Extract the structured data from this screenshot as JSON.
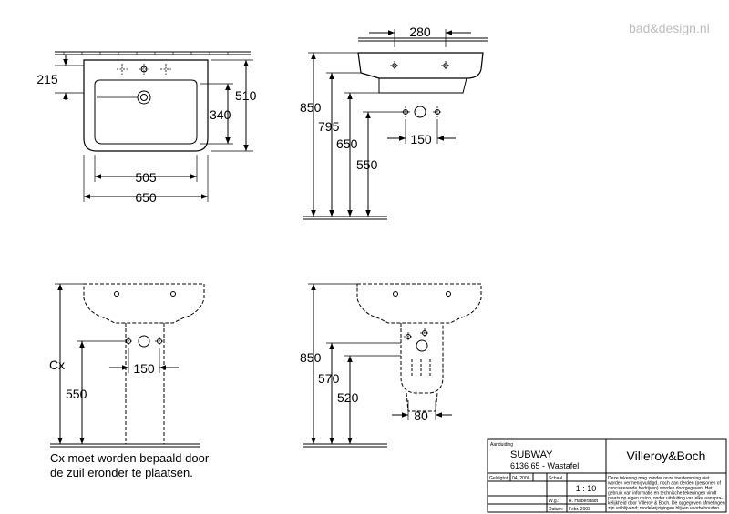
{
  "watermark": "bad&design.nl",
  "front_view": {
    "height_left": "215",
    "height_right": "510",
    "bowl_height": "340",
    "inner_width": "505",
    "outer_width": "650"
  },
  "side_view": {
    "depth": "280",
    "h1": "850",
    "h2": "795",
    "h3": "650",
    "h4": "550",
    "spacing": "150"
  },
  "front_install": {
    "cx_label": "Cx",
    "h_550": "550",
    "spacing": "150"
  },
  "side_install": {
    "h_850": "850",
    "h_570": "570",
    "h_520": "520",
    "width_80": "80"
  },
  "note": {
    "line1": "Cx moet worden bepaald door",
    "line2": "de zuil eronder te plaatsen."
  },
  "title_block": {
    "aanduiding_label": "Aanduiding",
    "product": "SUBWAY",
    "code": "6136 65 - Wastafel",
    "brand": "Villeroy&Boch",
    "geldig_label": "Geldigtot",
    "geldig_value": "04. 2006",
    "schaal_label": "Schaal",
    "schaal_value": "1 : 10",
    "wg_label": "W.g.:",
    "wg_value": "R. Halberstadt",
    "datum_label": "Datum:",
    "datum_value": "Febr. 2003",
    "disclaimer": [
      "Deze tekening mag zonder onze toestemming niet",
      "worden vermenigvuldigd, noch aan derden (personen of",
      "concurrerende bedrijven) worden doorgegeven. Het",
      "gebruik van informatie en technische tekeningen vindt",
      "plaats op eigen risico, onder uitsluiting van elke aanspra-",
      "kelijkheid door Villeroy & Boch. De opgegeven afmetingen",
      "zijn vrijblijvend; modelwijzigingen blijven voorbehouden."
    ]
  }
}
